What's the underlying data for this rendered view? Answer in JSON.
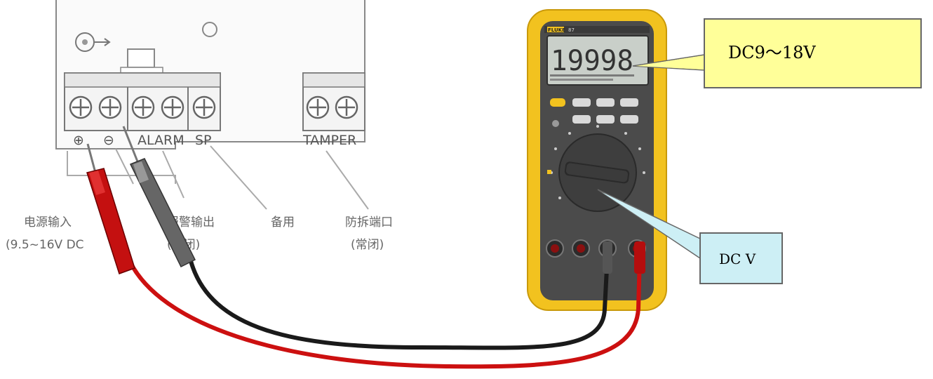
{
  "alarm_panel": {
    "terminal_labels": {
      "plus": "⊕",
      "minus": "⊖",
      "alarm": "ALARM",
      "sp": "SP",
      "tamper": "TAMPER"
    },
    "captions": {
      "power_line1": "电源输入",
      "power_line2": "(9.5~16V DC",
      "alarm_line1": "报警输出",
      "alarm_line2": "(常闭)",
      "spare": "备用",
      "tamper_line1": "防拆端口",
      "tamper_line2": "(常闭)"
    }
  },
  "multimeter": {
    "brand": "FLUKE",
    "model": "87",
    "display_value": "19998"
  },
  "callouts": {
    "voltage": "DC9～18V",
    "mode": "DC V"
  },
  "colors": {
    "meter_body": "#f2c21f",
    "meter_face": "#4b4b4b",
    "callout_yellow": "#ffff99",
    "callout_blue": "#cdeff5",
    "probe_red": "#cc0000",
    "probe_black": "#2a2a2a"
  }
}
